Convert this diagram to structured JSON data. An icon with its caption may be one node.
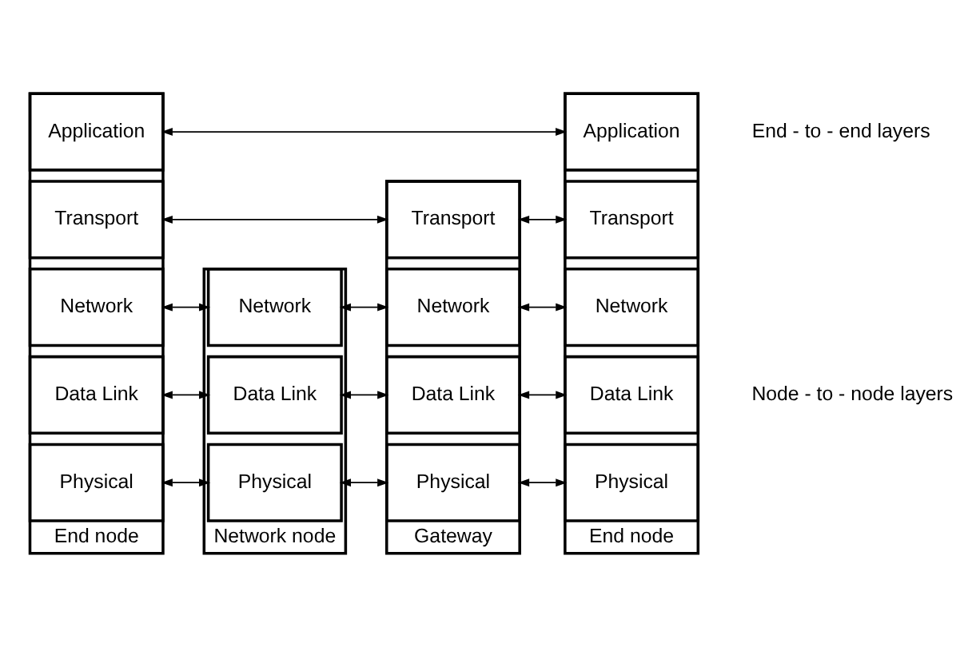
{
  "diagram": {
    "nodes": [
      {
        "text": [
          "End node"
        ]
      },
      {
        "text": [
          "Application"
        ],
        "in": 0
      },
      {
        "text": [
          "Transport"
        ],
        "in": 0
      },
      {
        "text": [
          "Network"
        ],
        "in": 0
      },
      {
        "text": [
          "Data Link"
        ],
        "in": 0
      },
      {
        "text": [
          "Physical"
        ],
        "in": 0
      },
      {
        "text": [
          "Network node"
        ]
      },
      {
        "text": [
          "Network"
        ],
        "in": 6
      },
      {
        "text": [
          "Data Link"
        ],
        "in": 6
      },
      {
        "text": [
          "Physical"
        ],
        "in": 6
      },
      {
        "text": [
          "Gateway"
        ]
      },
      {
        "text": [
          "Transport"
        ],
        "in": 10
      },
      {
        "text": [
          "Network"
        ],
        "in": 10
      },
      {
        "text": [
          "Data Link"
        ],
        "in": 10
      },
      {
        "text": [
          "Physical"
        ],
        "in": 10
      },
      {
        "text": [
          "End node"
        ]
      },
      {
        "text": [
          "Application"
        ],
        "in": 15
      },
      {
        "text": [
          "Transport"
        ],
        "in": 15
      },
      {
        "text": [
          "Network"
        ],
        "in": 15
      },
      {
        "text": [
          "Data Link"
        ],
        "in": 15
      },
      {
        "text": [
          "Physical"
        ],
        "in": 15
      }
    ],
    "edges": [
      {
        "from": 1,
        "to": 16,
        "arrow": "both"
      },
      {
        "from": 2,
        "to": 11,
        "arrow": "both"
      },
      {
        "from": 11,
        "to": 17,
        "arrow": "both"
      },
      {
        "from": 3,
        "to": 7,
        "arrow": "both"
      },
      {
        "from": 7,
        "to": 12,
        "arrow": "both"
      },
      {
        "from": 12,
        "to": 18,
        "arrow": "both"
      },
      {
        "from": 4,
        "to": 8,
        "arrow": "both"
      },
      {
        "from": 8,
        "to": 13,
        "arrow": "both"
      },
      {
        "from": 13,
        "to": 19,
        "arrow": "both"
      },
      {
        "from": 5,
        "to": 9,
        "arrow": "both"
      },
      {
        "from": 9,
        "to": 14,
        "arrow": "both"
      },
      {
        "from": 14,
        "to": 20,
        "arrow": "both"
      }
    ],
    "labels": [
      "End - to - end layers",
      "Node - to - node layers"
    ]
  }
}
